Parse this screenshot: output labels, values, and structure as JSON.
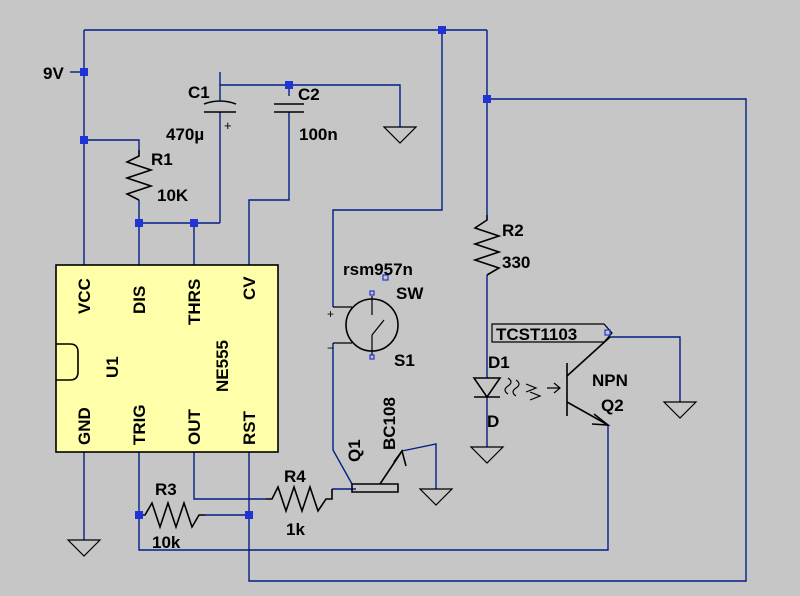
{
  "net_label": {
    "text": "9V"
  },
  "components": {
    "c1": {
      "name": "C1",
      "value": "470µ",
      "polarity": "+"
    },
    "c2": {
      "name": "C2",
      "value": "100n"
    },
    "r1": {
      "name": "R1",
      "value": "10K"
    },
    "r2": {
      "name": "R2",
      "value": "330"
    },
    "r3": {
      "name": "R3",
      "value": "10k"
    },
    "r4": {
      "name": "R4",
      "value": "1k"
    },
    "u1": {
      "name": "U1",
      "part": "NE555",
      "pins_top": [
        "VCC",
        "DIS",
        "THRS",
        "CV"
      ],
      "pins_bottom": [
        "GND",
        "TRIG",
        "OUT",
        "RST"
      ]
    },
    "s1": {
      "name": "S1",
      "model": "rsm957n",
      "pin_label": "SW",
      "plus": "+",
      "minus": "−"
    },
    "q1": {
      "name": "Q1",
      "part": "BC108"
    },
    "d1": {
      "name": "D1",
      "type": "D"
    },
    "q2": {
      "name": "Q2",
      "type": "NPN"
    },
    "opto": {
      "name": "TCST1103"
    }
  },
  "colors": {
    "background": "#c6c6c6",
    "wire": "#001f87",
    "junction": "#1f33d6",
    "ic_fill": "#ffffaa"
  }
}
